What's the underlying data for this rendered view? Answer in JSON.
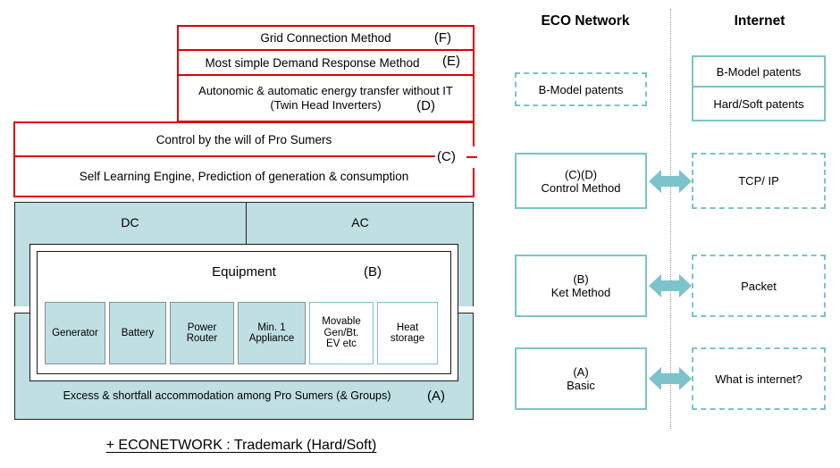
{
  "left_diagram": {
    "layers": [
      {
        "id": "F",
        "text": "Grid Connection Method",
        "tag": "(F)"
      },
      {
        "id": "E",
        "text": "Most simple Demand Response Method",
        "tag": "(E)"
      },
      {
        "id": "D",
        "text": "Autonomic & automatic energy transfer without IT\n(Twin Head Inverters)",
        "tag": "(D)"
      },
      {
        "id": "C1",
        "text": "Control by the will of Pro Sumers",
        "tag": ""
      },
      {
        "id": "C2",
        "text": "Self Learning Engine, Prediction of generation & consumption",
        "tag": "(C)"
      }
    ],
    "power_types": [
      {
        "label": "DC"
      },
      {
        "label": "AC"
      }
    ],
    "equipment": {
      "title": "Equipment",
      "tag": "(B)",
      "items": [
        {
          "label": "Generator",
          "style": "filled"
        },
        {
          "label": "Battery",
          "style": "filled"
        },
        {
          "label": "Power\nRouter",
          "style": "filled"
        },
        {
          "label": "Min. 1\nAppliance",
          "style": "filled"
        },
        {
          "label": "Movable\nGen/Bt.\nEV etc",
          "style": "outline"
        },
        {
          "label": "Heat\nstorage",
          "style": "outline"
        }
      ]
    },
    "base": {
      "text": "Excess & shortfall accommodation among Pro Sumers (& Groups)",
      "tag": "(A)"
    },
    "footer": "+ ECONETWORK : Trademark (Hard/Soft)"
  },
  "comparison": {
    "columns": [
      {
        "name": "eco-network",
        "heading": "ECO Network"
      },
      {
        "name": "internet",
        "heading": "Internet"
      }
    ],
    "rows": [
      {
        "name": "patents",
        "left": {
          "label": "B-Model patents",
          "style": "dashed"
        },
        "right_stack": [
          {
            "label": "B-Model patents",
            "style": "solid"
          },
          {
            "label": "Hard/Soft patents",
            "style": "solid"
          }
        ],
        "arrow": false
      },
      {
        "name": "control-method",
        "left": {
          "label": "(C)(D)\nControl Method",
          "style": "solid"
        },
        "right": {
          "label": "TCP/ IP",
          "style": "dashed"
        },
        "arrow": true
      },
      {
        "name": "ket-method",
        "left": {
          "label": "(B)\nKet Method",
          "style": "solid"
        },
        "right": {
          "label": "Packet",
          "style": "dashed"
        },
        "arrow": true
      },
      {
        "name": "basic",
        "left": {
          "label": "(A)\nBasic",
          "style": "solid"
        },
        "right": {
          "label": "What is internet?",
          "style": "dashed"
        },
        "arrow": true
      }
    ]
  },
  "colors": {
    "red_outline": "#e00000",
    "teal_fill": "#bfdfe2",
    "teal_stroke": "#7cc3cb",
    "grey_stroke": "#8b8f8f",
    "divider": "#9a9a9a"
  }
}
